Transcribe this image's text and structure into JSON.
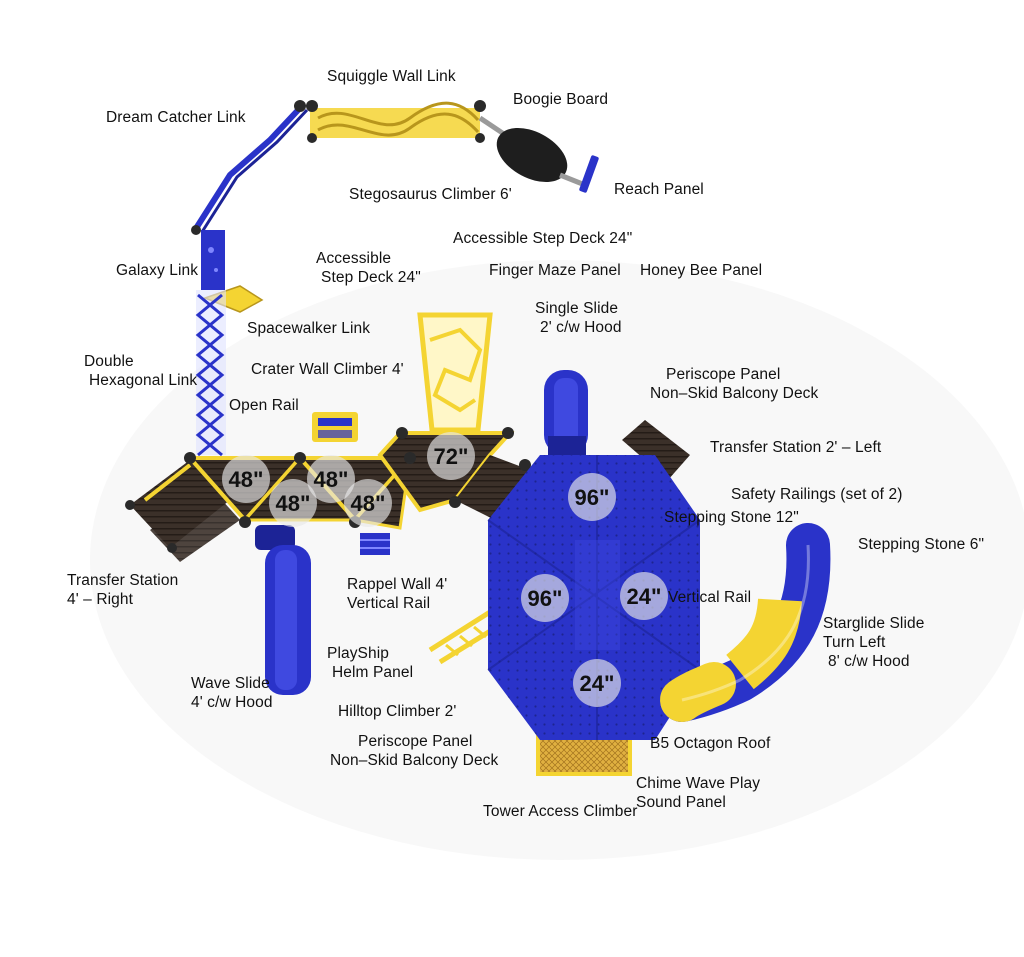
{
  "colors": {
    "blue": "#2a33c9",
    "blue_dark": "#1c2396",
    "yellow": "#f4d432",
    "deck": "#3b3029",
    "post": "#2a2a2a",
    "height_marker": "#e8e8e8"
  },
  "labels": {
    "squiggle_wall_link": "Squiggle Wall Link",
    "boogie_board": "Boogie Board",
    "dream_catcher_link": "Dream Catcher Link",
    "reach_panel": "Reach Panel",
    "stegosaurus_climber": "Stegosaurus Climber 6'",
    "accessible_step_deck_top": "Accessible Step Deck 24\"",
    "accessible_step_deck_left_1": "Accessible",
    "accessible_step_deck_left_2": "Step Deck 24\"",
    "finger_maze_panel": "Finger Maze Panel",
    "honey_bee_panel": "Honey Bee Panel",
    "galaxy_link": "Galaxy Link",
    "single_slide_1": "Single Slide",
    "single_slide_2": "2' c/w Hood",
    "spacewalker_link": "Spacewalker Link",
    "double_hex_1": "Double",
    "double_hex_2": "Hexagonal Link",
    "crater_wall_climber": "Crater Wall Climber 4'",
    "periscope_top_1": "Periscope Panel",
    "periscope_top_2": "Non–Skid Balcony Deck",
    "open_rail": "Open Rail",
    "transfer_station_left": "Transfer Station 2' – Left",
    "safety_railings": "Safety Railings (set of 2)",
    "stepping_stone_12": "Stepping Stone 12\"",
    "stepping_stone_6": "Stepping Stone 6\"",
    "transfer_station_right_1": "Transfer Station",
    "transfer_station_right_2": "4' – Right",
    "rappel_wall": "Rappel Wall 4'",
    "vertical_rail_left": "Vertical Rail",
    "vertical_rail_right": "Vertical Rail",
    "starglide_1": "Starglide Slide",
    "starglide_2": "Turn Left",
    "starglide_3": "8' c/w Hood",
    "playship_1": "PlayShip",
    "playship_2": "Helm Panel",
    "wave_slide_1": "Wave Slide",
    "wave_slide_2": "4' c/w Hood",
    "hilltop_climber": "Hilltop Climber 2'",
    "periscope_bottom_1": "Periscope Panel",
    "periscope_bottom_2": "Non–Skid Balcony Deck",
    "b5_octagon_roof": "B5 Octagon Roof",
    "chime_wave_1": "Chime Wave Play",
    "chime_wave_2": "Sound Panel",
    "tower_access_climber": "Tower Access Climber"
  },
  "deck_heights": {
    "h48_a": "48\"",
    "h48_b": "48\"",
    "h48_c": "48\"",
    "h48_d": "48\"",
    "h72": "72\"",
    "h96_top": "96\"",
    "h96_left": "96\"",
    "h24_right": "24\"",
    "h24_bottom": "24\""
  }
}
